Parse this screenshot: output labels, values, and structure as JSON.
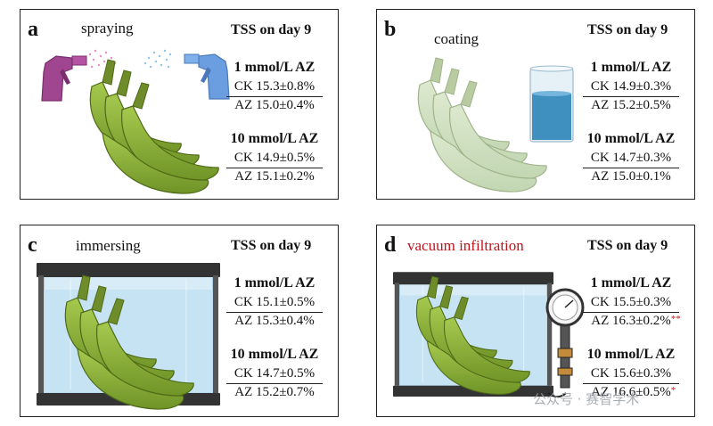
{
  "panels": {
    "a": {
      "letter": "a",
      "method": "spraying",
      "tss": "TSS on day 9",
      "g1": {
        "conc": "1 mmol/L AZ",
        "ck": "CK 15.3±0.8%",
        "az": "AZ 15.0±0.4%"
      },
      "g2": {
        "conc": "10 mmol/L AZ",
        "ck": "CK 14.9±0.5%",
        "az": "AZ 15.1±0.2%"
      }
    },
    "b": {
      "letter": "b",
      "method": "coating",
      "tss": "TSS on day 9",
      "g1": {
        "conc": "1 mmol/L AZ",
        "ck": "CK 14.9±0.3%",
        "az": "AZ 15.2±0.5%"
      },
      "g2": {
        "conc": "10 mmol/L AZ",
        "ck": "CK 14.7±0.3%",
        "az": "AZ 15.0±0.1%"
      }
    },
    "c": {
      "letter": "c",
      "method": "immersing",
      "tss": "TSS on day 9",
      "g1": {
        "conc": "1 mmol/L AZ",
        "ck": "CK 15.1±0.5%",
        "az": "AZ 15.3±0.4%"
      },
      "g2": {
        "conc": "10 mmol/L AZ",
        "ck": "CK 14.7±0.5%",
        "az": "AZ 15.2±0.7%"
      }
    },
    "d": {
      "letter": "d",
      "method": "vacuum infiltration",
      "tss": "TSS on day 9",
      "g1": {
        "conc": "1 mmol/L AZ",
        "ck": "CK 15.5±0.3%",
        "az": "AZ 16.3±0.2%",
        "az_mark": "**"
      },
      "g2": {
        "conc": "10 mmol/L AZ",
        "ck": "CK 15.6±0.3%",
        "az": "AZ 16.6±0.5%",
        "az_mark": "*"
      }
    }
  },
  "watermark": "公众号 · 赛智学术",
  "colors": {
    "banana": "#8db33a",
    "banana_dark": "#5f7d1f",
    "water": "#cfe8f6",
    "sprayer_left": "#a0458f",
    "sprayer_right": "#6b9ee0",
    "star": "#d01010"
  }
}
